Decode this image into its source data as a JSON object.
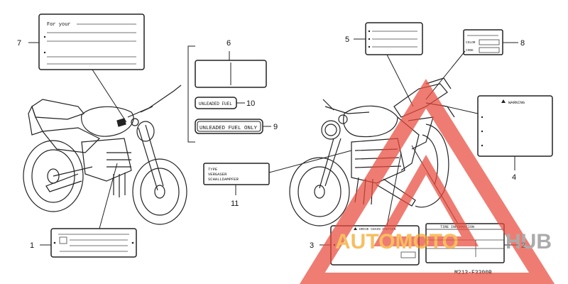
{
  "diagram": {
    "callouts": [
      "1",
      "2",
      "3",
      "4",
      "5",
      "6",
      "7",
      "8",
      "9",
      "10",
      "11"
    ],
    "label7_text": "For your",
    "label10_text": "UNLEADED FUEL",
    "label9_text": "UNLEADED FUEL ONLY",
    "label11_lines": [
      "TYPE",
      "VERGASER",
      "SCHALLDAMPFER"
    ],
    "label8_fields": [
      "COLOR",
      "CODE"
    ],
    "label4_title": "WARNING",
    "label3_title": "DRIVE CHAIN CAUTION",
    "label2_title": "TIRE INFORMATION",
    "part_code": "M213-F3300B"
  },
  "watermark": {
    "text_orange": "AUTOMOTO",
    "text_gray": "HUB",
    "colors": {
      "orange": "#f5a623",
      "red": "#e94b3c",
      "gray": "#8c8c8c"
    }
  }
}
